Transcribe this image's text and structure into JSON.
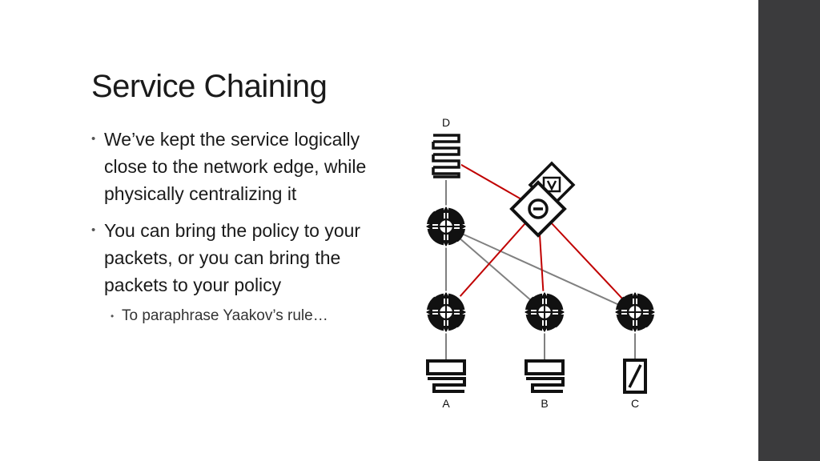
{
  "slide": {
    "title": "Service Chaining",
    "bullets": [
      "We’ve kept the service logically close to the network edge, while physically centralizing it",
      "You can bring the policy to your packets, or you can bring the packets to your policy"
    ],
    "sub_bullets": [
      "To paraphrase Yaakov’s rule…"
    ]
  },
  "diagram": {
    "labels": {
      "server_d": "D",
      "host_a": "A",
      "host_b": "B",
      "host_c": "C",
      "service_v": "V"
    },
    "colors": {
      "policy_link": "#c00000",
      "network_link": "#808080",
      "bullet": "#555555",
      "sidebar": "#3b3b3d"
    },
    "icons": [
      "server-icon",
      "router-icon",
      "policy-service-icon",
      "vpn-service-icon",
      "host-icon",
      "firewall-icon"
    ]
  }
}
